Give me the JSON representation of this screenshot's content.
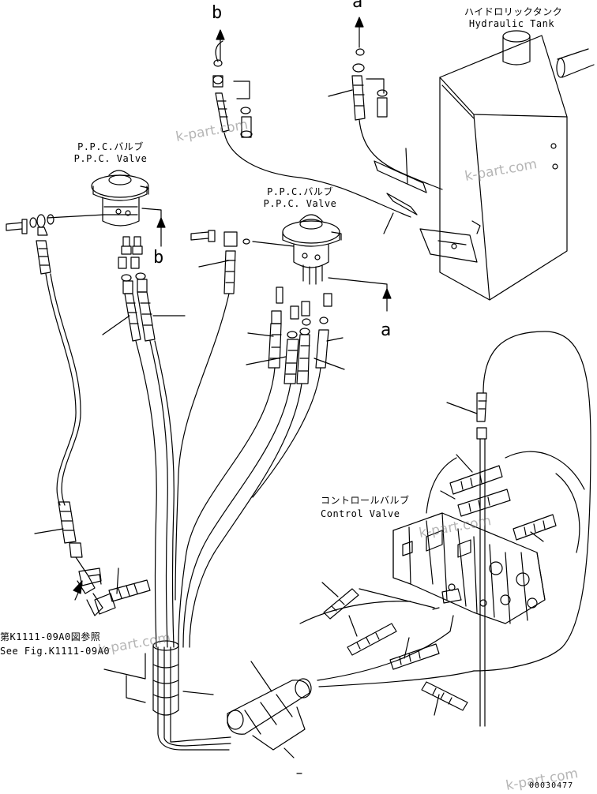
{
  "labels": {
    "tank_jp": "ハイドロリックタンク",
    "tank_en": "Hydraulic Tank",
    "ppc_left_jp": "P.P.C.バルブ",
    "ppc_left_en": "P.P.C. Valve",
    "ppc_right_jp": "P.P.C.バルブ",
    "ppc_right_en": "P.P.C. Valve",
    "control_jp": "コントロールバルブ",
    "control_en": "Control Valve",
    "see_fig_jp": "第K1111-09A0図参照",
    "see_fig_en": "See Fig.K1111-09A0"
  },
  "markers": {
    "b_top": "b",
    "a_top": "a",
    "b_mid": "b",
    "a_mid": "a"
  },
  "watermarks": [
    "k-part.com",
    "k-part.com",
    "k-part.com",
    "k-part.com",
    "k-part.com"
  ],
  "drawing_code": "00030477",
  "colors": {
    "line": "#000000",
    "paper": "#ffffff",
    "watermark": "#8a8a8a"
  }
}
